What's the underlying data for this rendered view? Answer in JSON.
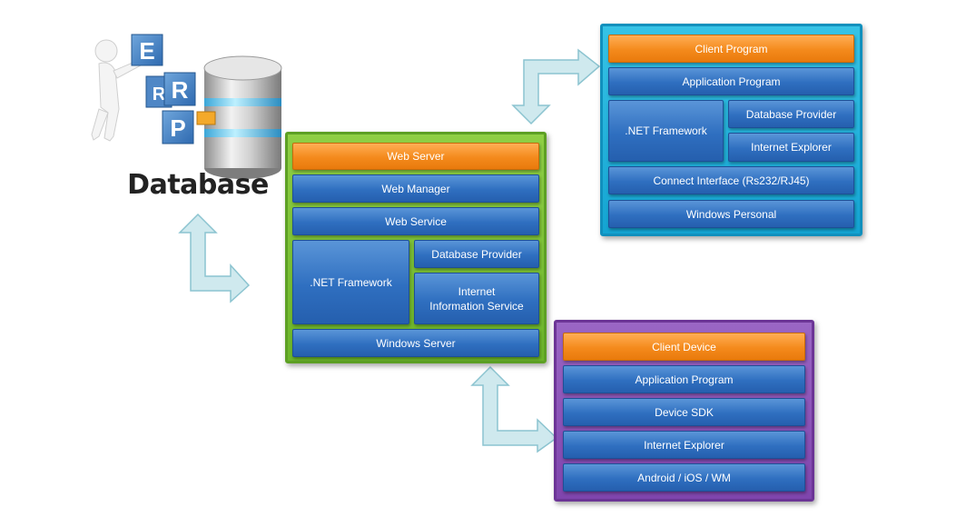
{
  "database": {
    "label": "Database",
    "cubes": [
      "E",
      "R",
      "R",
      "P"
    ]
  },
  "server": {
    "header": "Web Server",
    "web_manager": "Web Manager",
    "web_service": "Web Service",
    "net_framework": ".NET Framework",
    "database_provider": "Database Provider",
    "iis": "Internet\nInformation Service",
    "os": "Windows Server"
  },
  "client": {
    "header": "Client Program",
    "application": "Application Program",
    "net_framework": ".NET Framework",
    "database_provider": "Database Provider",
    "internet_explorer": "Internet Explorer",
    "connect_interface": "Connect Interface (Rs232/RJ45)",
    "os": "Windows Personal"
  },
  "device": {
    "header": "Client Device",
    "application": "Application Program",
    "sdk": "Device SDK",
    "internet_explorer": "Internet Explorer",
    "os": "Android / iOS / WM"
  },
  "colors": {
    "header_orange": "#f48a1c",
    "block_blue": "#2f6fc0",
    "server_green": "#7ec03a",
    "client_cyan": "#22b3dc",
    "device_purple": "#8a52b8",
    "arrow_fill": "#cfe9ee"
  }
}
